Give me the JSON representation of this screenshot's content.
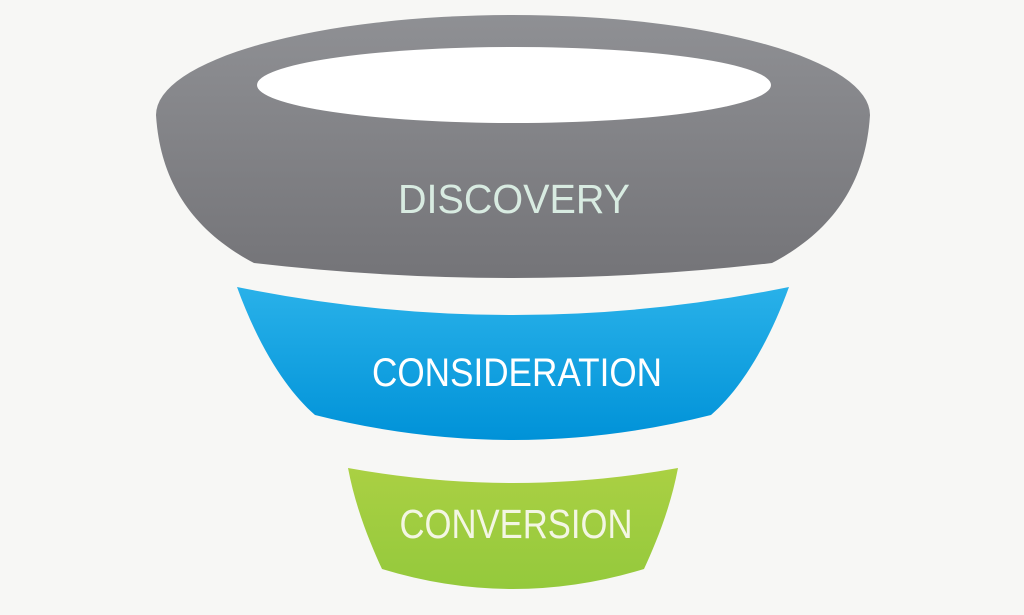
{
  "diagram": {
    "type": "funnel",
    "background_color": "#f7f7f5",
    "opening_color": "#ffffff",
    "stages": [
      {
        "label": "DISCOVERY",
        "color_top": "#8f9094",
        "color_bottom": "#747478",
        "text_color": "#d8ebe1"
      },
      {
        "label": "CONSIDERATION",
        "color_top": "#29b1e9",
        "color_bottom": "#0092d8",
        "text_color": "#ffffff"
      },
      {
        "label": "CONVERSION",
        "color_top": "#aad043",
        "color_bottom": "#94c93c",
        "text_color": "#f3f6e3"
      }
    ]
  }
}
